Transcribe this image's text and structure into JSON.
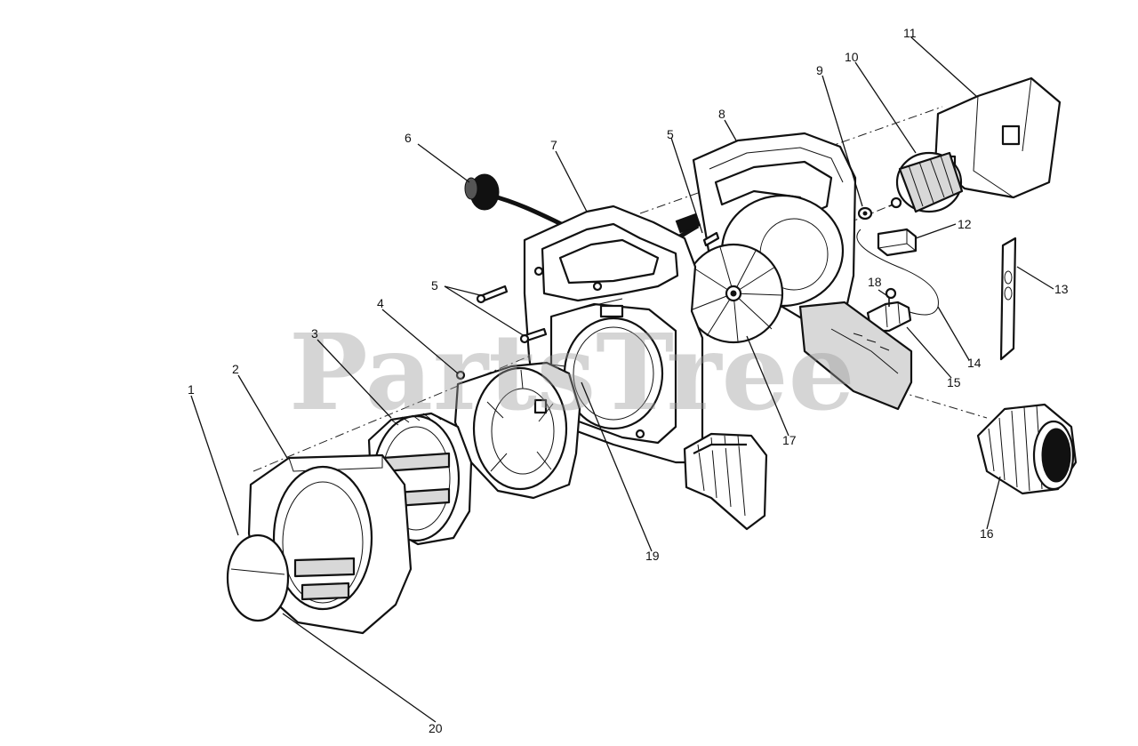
{
  "watermark": "PartsTree",
  "callouts": {
    "c1": "1",
    "c2": "2",
    "c3": "3",
    "c4": "4",
    "c5a": "5",
    "c5b": "5",
    "c6": "6",
    "c7": "7",
    "c8": "8",
    "c9": "9",
    "c10": "10",
    "c11": "11",
    "c12": "12",
    "c13": "13",
    "c14": "14",
    "c15": "15",
    "c16": "16",
    "c17": "17",
    "c18": "18",
    "c19": "19",
    "c20": "20"
  }
}
